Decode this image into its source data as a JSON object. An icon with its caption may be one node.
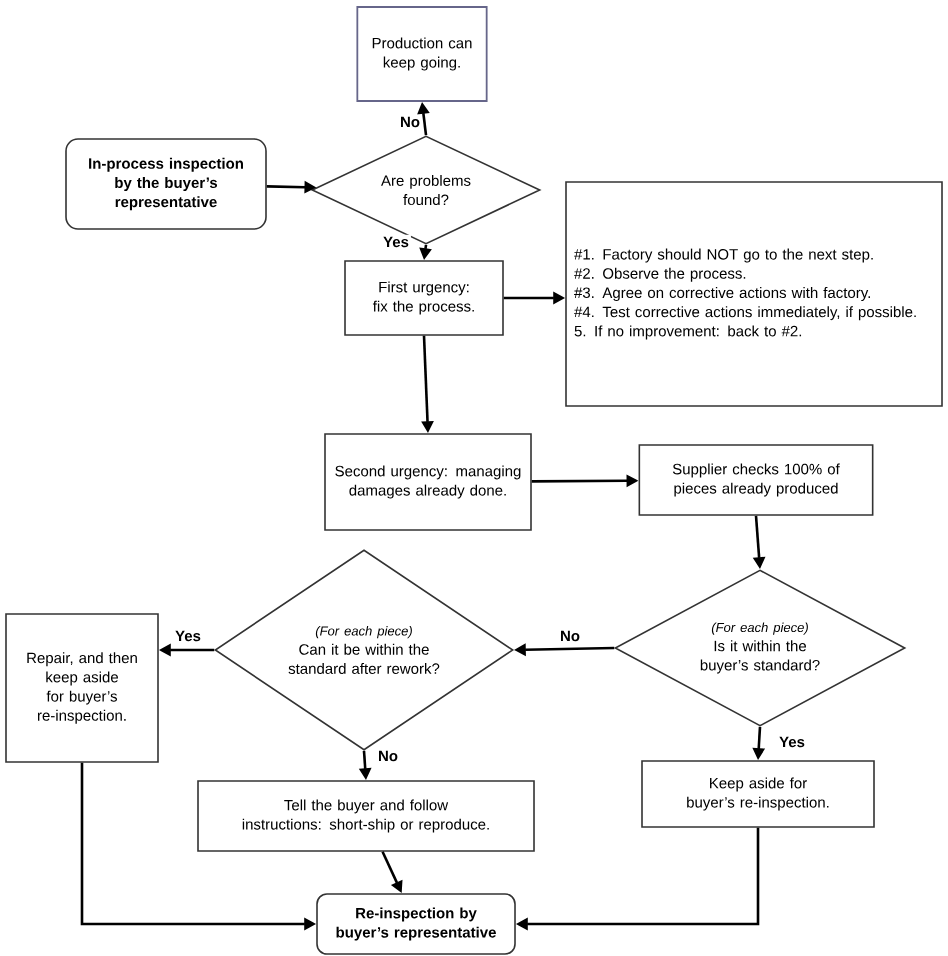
{
  "diagram": {
    "nodes": [
      {
        "text": [
          "Production can keep going."
        ]
      },
      {
        "text": [
          "In-process inspection by the buyer’s representative"
        ]
      },
      {
        "text": [
          "Are problems found?"
        ]
      },
      {
        "text": [
          "First urgency: fix the process."
        ]
      },
      {
        "text": [
          "#1. Factory should NOT go to the next step.",
          "#2. Observe the process.",
          "#3. Agree on corrective actions with factory.",
          "#4. Test corrective actions immediately, if possible.",
          "5. If no improvement: back to #2."
        ]
      },
      {
        "text": [
          "Second urgency: managing damages already done."
        ]
      },
      {
        "text": [
          "Supplier checks 100% of pieces already produced"
        ]
      },
      {
        "text": [
          "(For each piece)",
          "Is it within the buyer’s standard?"
        ]
      },
      {
        "text": [
          "(For each piece)",
          "Can it be within the standard after rework?"
        ]
      },
      {
        "text": [
          "Repair, and then keep aside for buyer’s re-inspection."
        ]
      },
      {
        "text": [
          "Tell the buyer and follow instructions: short-ship or reproduce."
        ]
      },
      {
        "text": [
          "Keep aside for buyer’s re-inspection."
        ]
      },
      {
        "text": [
          "Re-inspection by buyer’s representative"
        ]
      }
    ],
    "edges": [
      {
        "from": 1,
        "to": 2,
        "arrow": "to"
      },
      {
        "from": 2,
        "to": 0,
        "arrow": "to",
        "label": "No"
      },
      {
        "from": 2,
        "to": 3,
        "arrow": "to",
        "label": "Yes"
      },
      {
        "from": 3,
        "to": 4,
        "arrow": "to"
      },
      {
        "from": 3,
        "to": 5,
        "arrow": "to"
      },
      {
        "from": 5,
        "to": 6,
        "arrow": "to"
      },
      {
        "from": 6,
        "to": 7,
        "arrow": "to"
      },
      {
        "from": 7,
        "to": 8,
        "arrow": "to",
        "label": "No"
      },
      {
        "from": 7,
        "to": 11,
        "arrow": "to",
        "label": "Yes"
      },
      {
        "from": 8,
        "to": 9,
        "arrow": "to",
        "label": "Yes"
      },
      {
        "from": 8,
        "to": 10,
        "arrow": "to",
        "label": "No"
      },
      {
        "from": 9,
        "to": 12,
        "arrow": "to"
      },
      {
        "from": 10,
        "to": 12,
        "arrow": "to"
      },
      {
        "from": 11,
        "to": 12,
        "arrow": "to"
      }
    ]
  }
}
